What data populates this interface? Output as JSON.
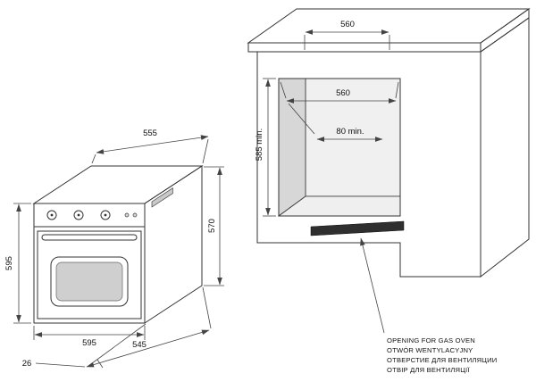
{
  "diagram": {
    "title_hint": "built-in oven installation drawing",
    "oven": {
      "dims": {
        "top_width": "555",
        "front_height": "595",
        "side_height": "570",
        "front_width": "595",
        "body_depth": "545",
        "door_offset": "26"
      }
    },
    "cabinet": {
      "dims": {
        "counter_cutout_width": "560",
        "niche_width": "560",
        "niche_height": "585 min.",
        "vent_clearance": "80 min."
      }
    },
    "vent_note": {
      "line_en": "OPENING FOR GAS OVEN",
      "line_pl": "OTWÓR WENTYLACYJNY",
      "line_ru": "ОТВЕРСТИЕ ДЛЯ ВЕНТИЛЯЦИИ",
      "line_uk": "ОТВІР ДЛЯ ВЕНТИЛЯЦІЇ"
    },
    "colors": {
      "line": "#333333",
      "dim_line": "#444444",
      "fill_light": "#f5f5f5",
      "fill_mid": "#e0e0e0",
      "vent_slot": "#2f2f2f",
      "background": "#ffffff"
    }
  }
}
